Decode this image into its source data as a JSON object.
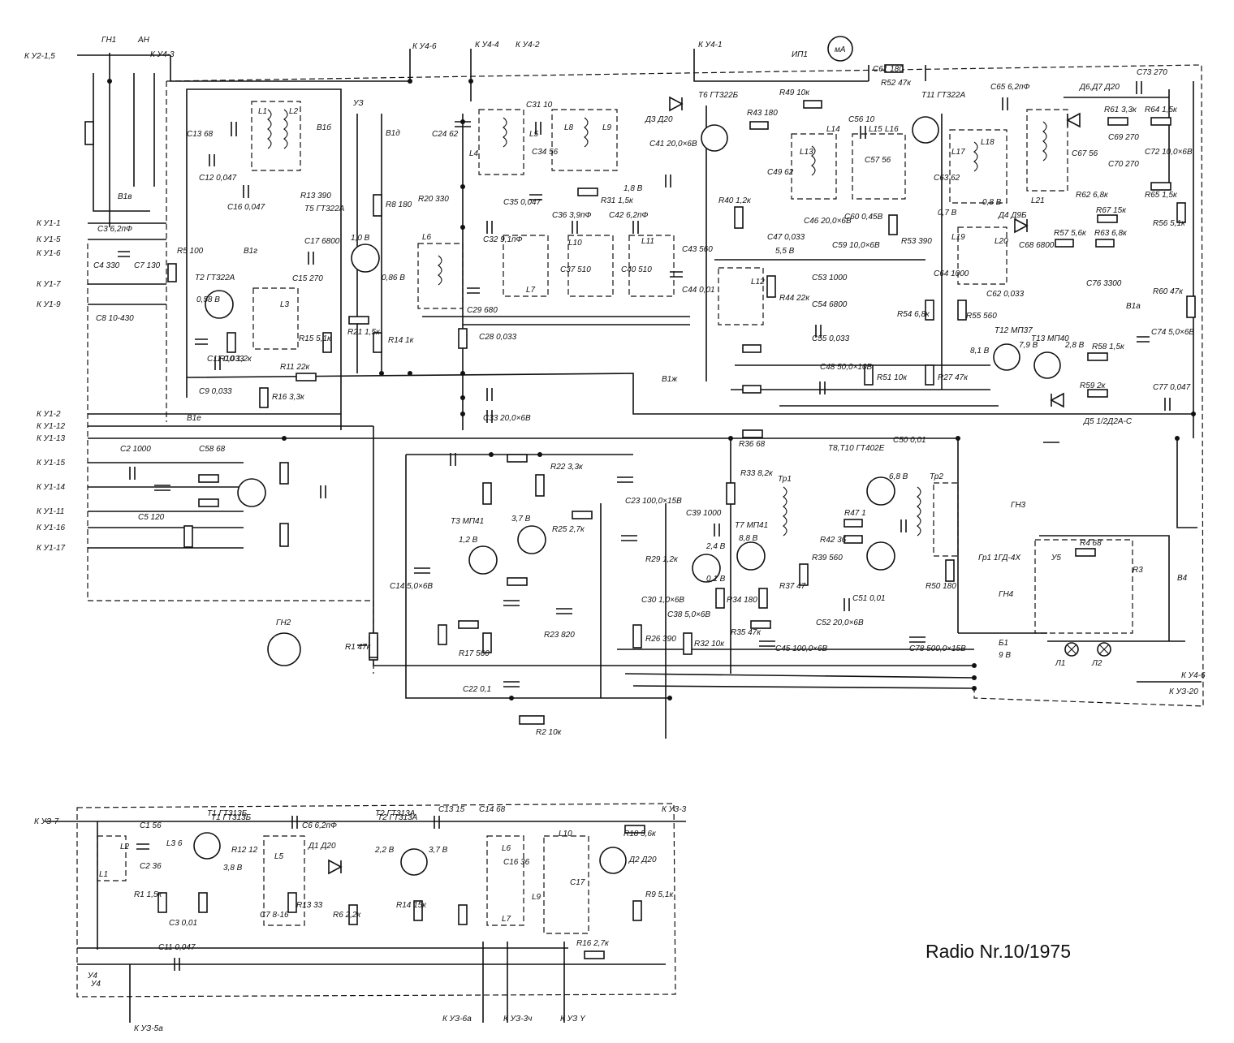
{
  "caption": "Radio Nr.10/1975",
  "block_labels": [
    "УЗ",
    "У4",
    "У5"
  ],
  "top_connectors": [
    "К У2-1,5",
    "ГН1",
    "АН",
    "К У4-3",
    "К У4-6",
    "К У4-4",
    "К У4-2",
    "К У4-1",
    "ИП1",
    "мА"
  ],
  "left_connectors": [
    "К У1-1",
    "К У1-5",
    "К У1-6",
    "К У1-7",
    "К У1-9",
    "К У1-2",
    "К У1-12",
    "К У1-13",
    "К У1-15",
    "К У1-14",
    "К У1-11",
    "К У1-16",
    "К У1-17"
  ],
  "transistors": [
    "T2 ГТ322А",
    "T5 ГТ322А",
    "T6 ГТ322Б",
    "T11 ГТ322А",
    "T12 МП37",
    "T13 МП40",
    "T3 МП41",
    "T7 МП41",
    "T8,T10 ГТ402Е",
    "T1 ГТ313Б",
    "T2 ГТ313А"
  ],
  "resistors": [
    "R5 100",
    "R13 390",
    "R8 180",
    "R20 330",
    "R31 1,5к",
    "R43 180",
    "R49 10к",
    "R52 47к",
    "R61 3,3к",
    "R64 1,5к",
    "R65 1,5к",
    "R62 6,8к",
    "R67 15к",
    "R56 5,1к",
    "R60 47к",
    "R57 5,6к",
    "R63 6,8к",
    "R53 390",
    "R40 1,2к",
    "R44 22к",
    "R54 6,8к",
    "R55 560",
    "R51 10к",
    "R27 47к",
    "R58 1,5к",
    "R59 2к",
    "R36 68",
    "R33 8,2к",
    "R47 1",
    "R42 36",
    "R39 560",
    "R37 47",
    "R50 180",
    "R34 180",
    "R35 47к",
    "R32 10к",
    "R29 1,2к",
    "R26 390",
    "R1 47к",
    "R2 10к",
    "R3",
    "R4 68",
    "R10 1,2к",
    "R11 22к",
    "R16 3,3к",
    "R15 5,1к",
    "R14 1к",
    "R21 1,5к",
    "R25 2,7к",
    "R23 820",
    "R17 560",
    "R22 3,3к"
  ],
  "capacitors": [
    "C3 6,2пФ",
    "C4 330",
    "C7 130",
    "C8 10-430",
    "C13 68",
    "C12 0,047",
    "C16 0,047",
    "C17 6800",
    "C15 270",
    "C11 0,033",
    "C9 0,033",
    "C24 62",
    "C31 10",
    "C34 56",
    "C35 0,047",
    "C36 3,9пФ",
    "C42 6,2пФ",
    "C41 20,0×6В",
    "C43 560",
    "C44 0,01",
    "C32 9,1пФ",
    "C37 510",
    "C40 510",
    "C29 680",
    "C28 0,033",
    "C33 20,0×6В",
    "C2 1000",
    "C58 68",
    "C5 120",
    "C23 100,0×15В",
    "C46 20,0×6В",
    "C47 0,033",
    "C49 62",
    "C56 10",
    "C57 56",
    "C59 10,0×6В",
    "C60 0,45В",
    "C53 1000",
    "C54 6800",
    "C55 0,033",
    "C48 50,0×10В",
    "C61 180",
    "C65 6,2пФ",
    "C73 270",
    "C63 62",
    "C67 56",
    "C69 270",
    "C70 270",
    "C72 10,0×6В",
    "C68 6800",
    "C64 1000",
    "C62 0,033",
    "C76 3300",
    "C74 5,0×6В",
    "C77 0,047",
    "C50 0,01",
    "C51 0,01",
    "C52 20,0×6В",
    "C45 100,0×6В",
    "C78 500,0×15В",
    "C39 1000",
    "C30 1,0×6В",
    "C38 5,0×6В",
    "C14 5,0×6В",
    "C22 0,1"
  ],
  "diodes": [
    "Д3 Д20",
    "Д6,Д7 Д20",
    "Д4 Д9Б",
    "Д5 1/2Д2А-С"
  ],
  "inductors": [
    "L1",
    "L2",
    "L3",
    "L4",
    "L5",
    "L6",
    "L7",
    "L8",
    "L9",
    "L10",
    "L11",
    "L12",
    "L13",
    "L14",
    "L15",
    "L16",
    "L17",
    "L18",
    "L19",
    "L20",
    "L21",
    "Тр1",
    "Тр2"
  ],
  "switches": [
    "В1а",
    "В1б",
    "В1в",
    "В1г",
    "В1д",
    "В1ж",
    "В1е"
  ],
  "voltages": [
    "0,58 В",
    "1,0 В",
    "0,86 В",
    "0,8 В",
    "1,8 В",
    "5,5 В",
    "0,7 В",
    "8,1 В",
    "7,9 В",
    "2,8 В",
    "1,2 В",
    "3,7 В",
    "2,4 В",
    "0,1 В",
    "6,8 В",
    "8,8 В",
    "9 В"
  ],
  "misc": [
    "ГН2",
    "ГН3",
    "ГН4",
    "Гр1 1ГД-4Х",
    "Б1",
    "Л1",
    "Л2",
    "В4",
    "К У4-6",
    "К УЗ-20"
  ],
  "lower_block": {
    "title": "У4",
    "connectors": [
      "К УЗ-7",
      "К УЗ-3",
      "К УЗ-5а",
      "К УЗ-6а",
      "К УЗ-3ч",
      "К УЗ Y"
    ],
    "parts": [
      "T1 ГТ313Б",
      "T2 ГТ313А",
      "C1 56",
      "C2 36",
      "C3 0,01",
      "C6 6,2пФ",
      "C7 8-16",
      "C11 0,047",
      "C13 15",
      "C14 68",
      "C16 36",
      "C17",
      "L1",
      "L2",
      "L3 6",
      "L5",
      "L6",
      "L7",
      "L9",
      "L10",
      "R1 1,5к",
      "R6 2,2к",
      "R12 12",
      "R13 33",
      "R14 15к",
      "R16 2,7к",
      "R18 5,6к",
      "R9 5,1к",
      "Д1 Д20",
      "Д2 Д20"
    ],
    "voltages": [
      "3,8 В",
      "2,2 В",
      "3,7 В"
    ]
  }
}
